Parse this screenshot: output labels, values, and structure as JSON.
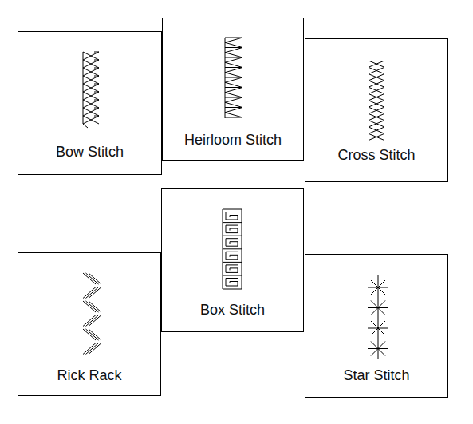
{
  "diagram": {
    "nodes": [
      {
        "text": [
          "Bow Stitch"
        ]
      },
      {
        "text": [
          "Heirloom Stitch"
        ]
      },
      {
        "text": [
          "Cross Stitch"
        ]
      },
      {
        "text": [
          "Rick Rack"
        ]
      },
      {
        "text": [
          "Box Stitch"
        ]
      },
      {
        "text": [
          "Star Stitch"
        ]
      }
    ]
  }
}
